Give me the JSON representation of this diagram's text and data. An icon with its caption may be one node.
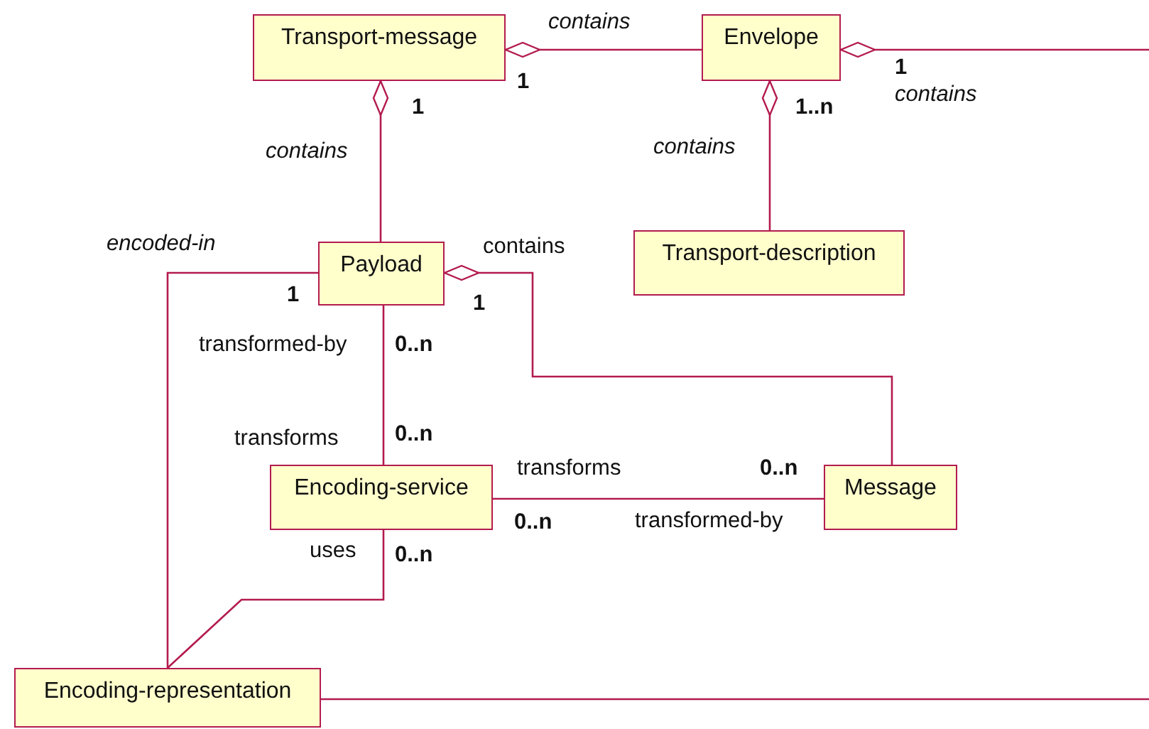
{
  "diagram": {
    "nodes": [
      {
        "text": [
          "Transport-message"
        ]
      },
      {
        "text": [
          "Envelope"
        ]
      },
      {
        "text": [
          "Transport-description"
        ]
      },
      {
        "text": [
          "Payload"
        ]
      },
      {
        "text": [
          "Encoding-service"
        ]
      },
      {
        "text": [
          "Message"
        ]
      },
      {
        "text": [
          "Encoding-representation"
        ]
      }
    ],
    "edges": [
      {
        "from": 0,
        "to": 1,
        "arrow": "other",
        "label": "contains"
      },
      {
        "from": 0,
        "to": 3,
        "arrow": "other",
        "label": "contains"
      },
      {
        "from": 1,
        "to": 2,
        "arrow": "other",
        "label": "contains"
      },
      {
        "from": 1,
        "to": null,
        "arrow": "other",
        "label": "contains"
      },
      {
        "from": 3,
        "to": 5,
        "arrow": "other",
        "label": "contains"
      },
      {
        "from": 3,
        "to": 4,
        "arrow": "none",
        "label": "transformed-by"
      },
      {
        "from": 4,
        "to": 5,
        "arrow": "none",
        "label": "transforms"
      },
      {
        "from": 4,
        "to": 6,
        "arrow": "none",
        "label": "uses"
      },
      {
        "from": 3,
        "to": 6,
        "arrow": "none",
        "label": "encoded-in"
      },
      {
        "from": 6,
        "to": null,
        "arrow": "none"
      }
    ],
    "labels": [
      "1",
      "1",
      "1",
      "1..n",
      "1",
      "1",
      "0..n",
      "transforms",
      "0..n",
      "0..n",
      "0..n",
      "transformed-by",
      "0..n"
    ]
  }
}
